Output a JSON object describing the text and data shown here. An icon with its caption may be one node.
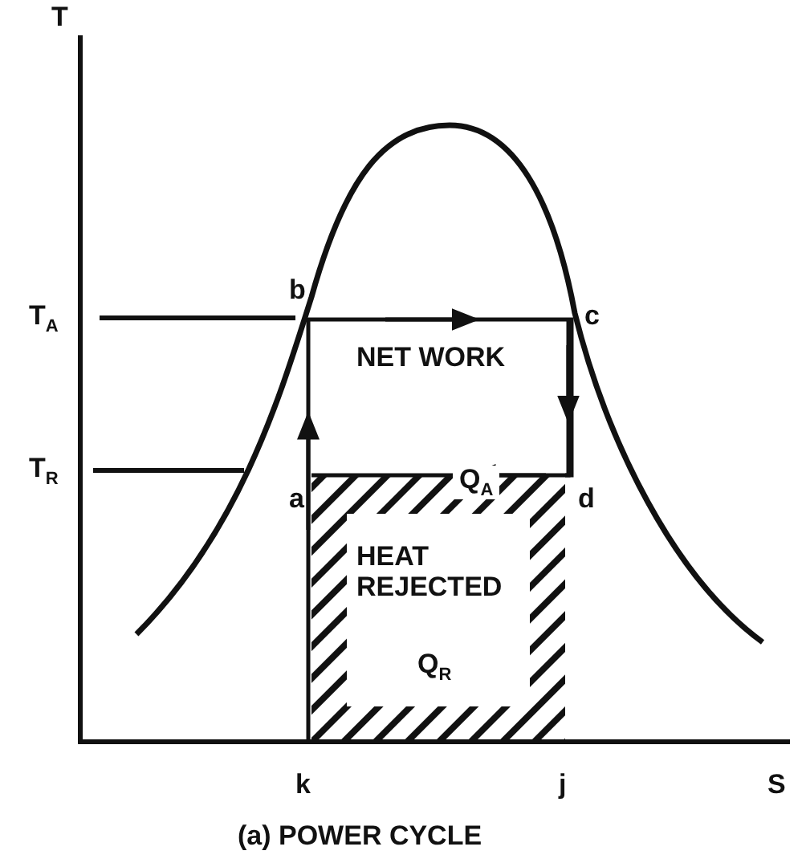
{
  "diagram": {
    "caption": "(a) POWER CYCLE",
    "labels": [
      "T",
      "T$_{A}$",
      "b",
      "c",
      "NET WORK",
      "T$_{R}$",
      "a",
      "Q$_{A}$",
      "d",
      "HEAT REJECTED",
      "Q$_{R}$",
      "k",
      "j",
      "S"
    ]
  }
}
